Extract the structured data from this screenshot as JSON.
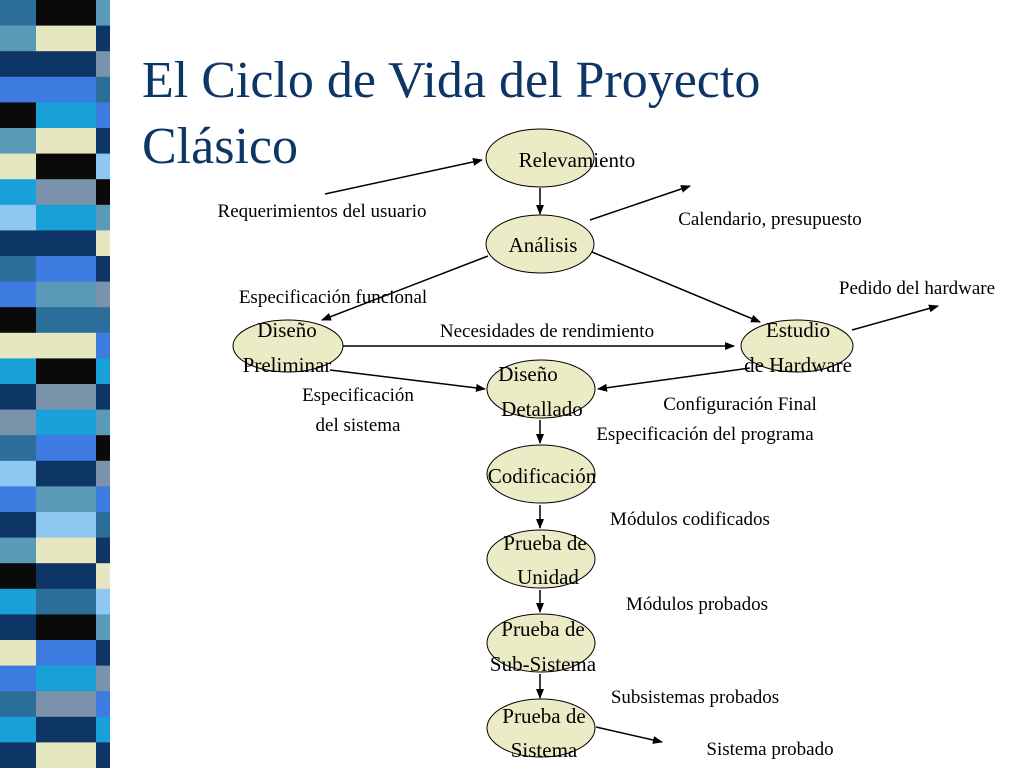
{
  "slide": {
    "title_line1": "El Ciclo de Vida del Proyecto",
    "title_line2": "Clásico"
  },
  "colors": {
    "title": "#0d3566",
    "node_fill": "#ebebc6",
    "strip": [
      "#2b6e9a",
      "#5a9ab8",
      "#0d3566",
      "#3d7be0",
      "#0a0a0a",
      "#e6e6c0",
      "#1aa0d8",
      "#8ec8f2",
      "#7a93ab"
    ]
  },
  "nodes": {
    "relevamiento": "Relevamiento",
    "analisis": "Análisis",
    "diseno_preliminar": [
      "Diseño",
      "Preliminar"
    ],
    "estudio_hardware": [
      "Estudio",
      "de Hardware"
    ],
    "diseno_detallado": [
      "Diseño",
      "Detallado"
    ],
    "codificacion": "Codificación",
    "prueba_unidad": [
      "Prueba de",
      "Unidad"
    ],
    "prueba_subsistema": [
      "Prueba de",
      "Sub-Sistema"
    ],
    "prueba_sistema": [
      "Prueba de",
      "Sistema"
    ]
  },
  "labels": {
    "requerimientos": "Requerimientos del usuario",
    "calendario": "Calendario, presupuesto",
    "pedido_hardware": "Pedido del hardware",
    "espec_funcional": "Especificación funcional",
    "necesidades": "Necesidades de rendimiento",
    "espec_sistema": [
      "Especificación",
      "del sistema"
    ],
    "config_final": "Configuración Final",
    "espec_programa": "Especificación del programa",
    "modulos_codificados": "Módulos codificados",
    "modulos_probados": "Módulos probados",
    "subsistemas_probados": "Subsistemas probados",
    "sistema_probado": "Sistema probado"
  }
}
